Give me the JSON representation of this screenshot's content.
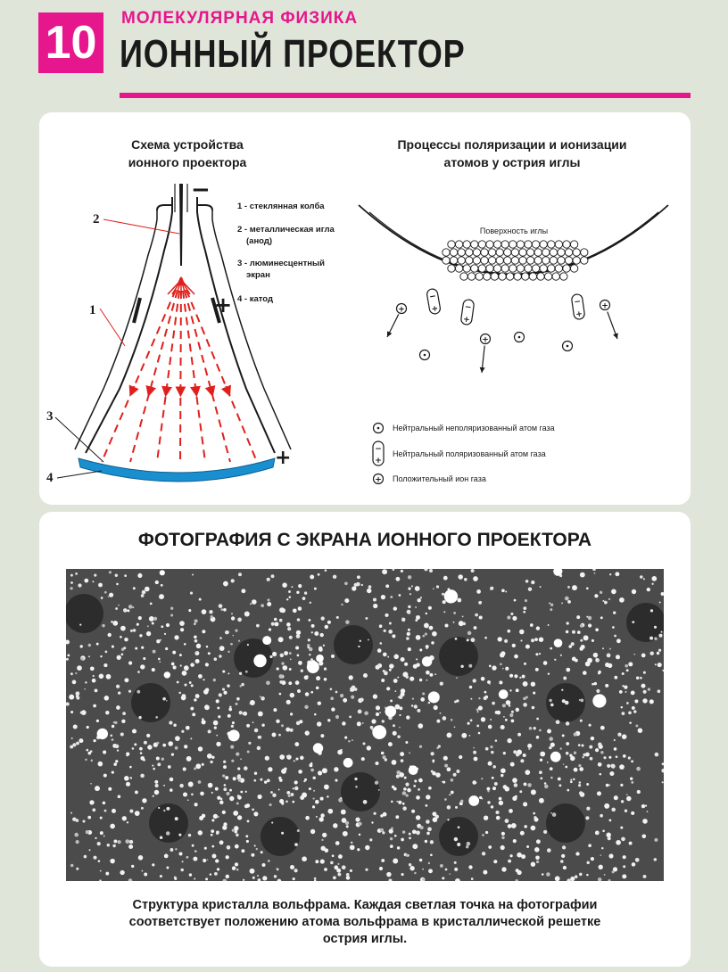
{
  "header": {
    "number": "10",
    "subject": "МОЛЕКУЛЯРНАЯ ФИЗИКА",
    "title": "ИОННЫЙ ПРОЕКТОР"
  },
  "scheme": {
    "title_line1": "Схема устройства",
    "title_line2": "ионного проектора",
    "legend": [
      {
        "label": "1 - стеклянная колба"
      },
      {
        "label_line1": "2 - металлическая игла",
        "label_line2": "(анод)"
      },
      {
        "label_line1": "3 - люминесцентный",
        "label_line2": "экран"
      },
      {
        "label": "4 - катод"
      }
    ],
    "callouts": [
      "1",
      "2",
      "3",
      "4"
    ],
    "signs": {
      "minus": "−",
      "plus": "+"
    }
  },
  "processes": {
    "title_line1": "Процессы поляризации и ионизации",
    "title_line2": "атомов у острия иглы",
    "surface_label": "Поверхность иглы",
    "legend": [
      "Нейтральный неполяризованный атом газа",
      "Нейтральный поляризованный атом газа",
      "Положительный ион газа"
    ]
  },
  "photo": {
    "title": "ФОТОГРАФИЯ С ЭКРАНА ИОННОГО ПРОЕКТОРА",
    "caption_line1": "Структура кристалла вольфрама. Каждая светлая точка на фотографии",
    "caption_line2": "соответствует положению атома вольфрама в кристаллической решетке",
    "caption_line3": "острия иглы."
  },
  "colors": {
    "accent": "#e6168c",
    "ion_path": "#e0201c",
    "screen": "#1a8fd0"
  }
}
